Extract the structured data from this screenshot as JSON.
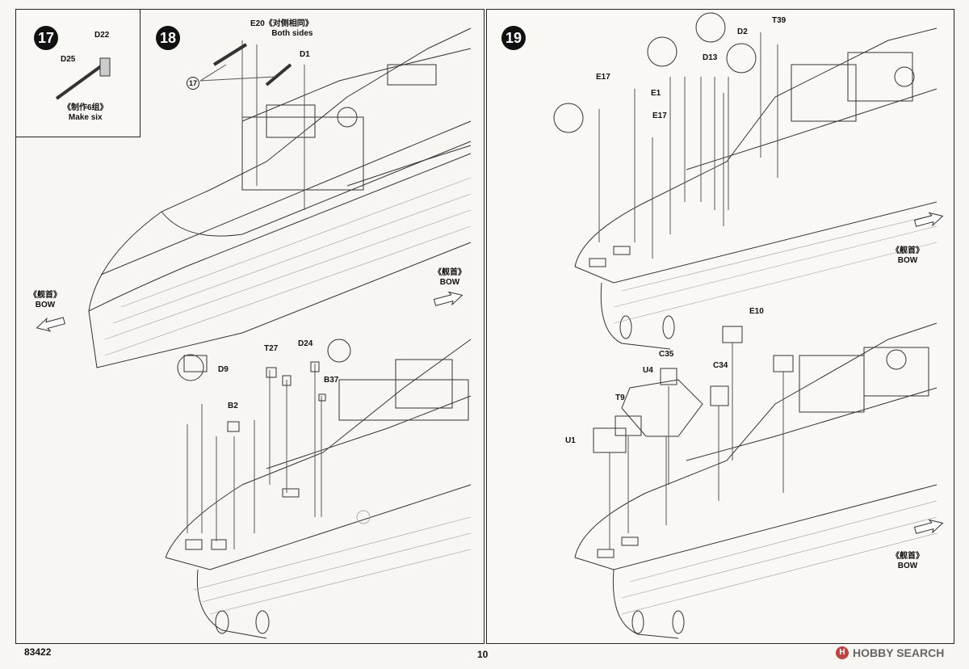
{
  "steps": {
    "s17": {
      "number": "17",
      "parts": {
        "d22": "D22",
        "d25": "D25"
      },
      "note_cn": "《制作6组》",
      "note_en": "Make six"
    },
    "s18": {
      "number": "18",
      "parts": {
        "e20": "E20",
        "d1": "D1",
        "d9": "D9",
        "b2": "B2",
        "t27": "T27",
        "d24": "D24",
        "b37": "B37",
        "ref17": "17"
      },
      "note_cn": "《对侧相同》",
      "note_en": "Both sides"
    },
    "s19": {
      "number": "19",
      "parts": {
        "d2": "D2",
        "t39": "T39",
        "d13": "D13",
        "e17a": "E17",
        "e1": "E1",
        "e17b": "E17",
        "e10": "E10",
        "c35": "C35",
        "u4": "U4",
        "c34": "C34",
        "t9": "T9",
        "u1": "U1"
      }
    }
  },
  "bow": {
    "cn": "《舰首》",
    "en": "BOW"
  },
  "footer": {
    "code": "83422",
    "page": "10"
  },
  "watermark": {
    "logo": "H",
    "text": "HOBBY SEARCH"
  }
}
